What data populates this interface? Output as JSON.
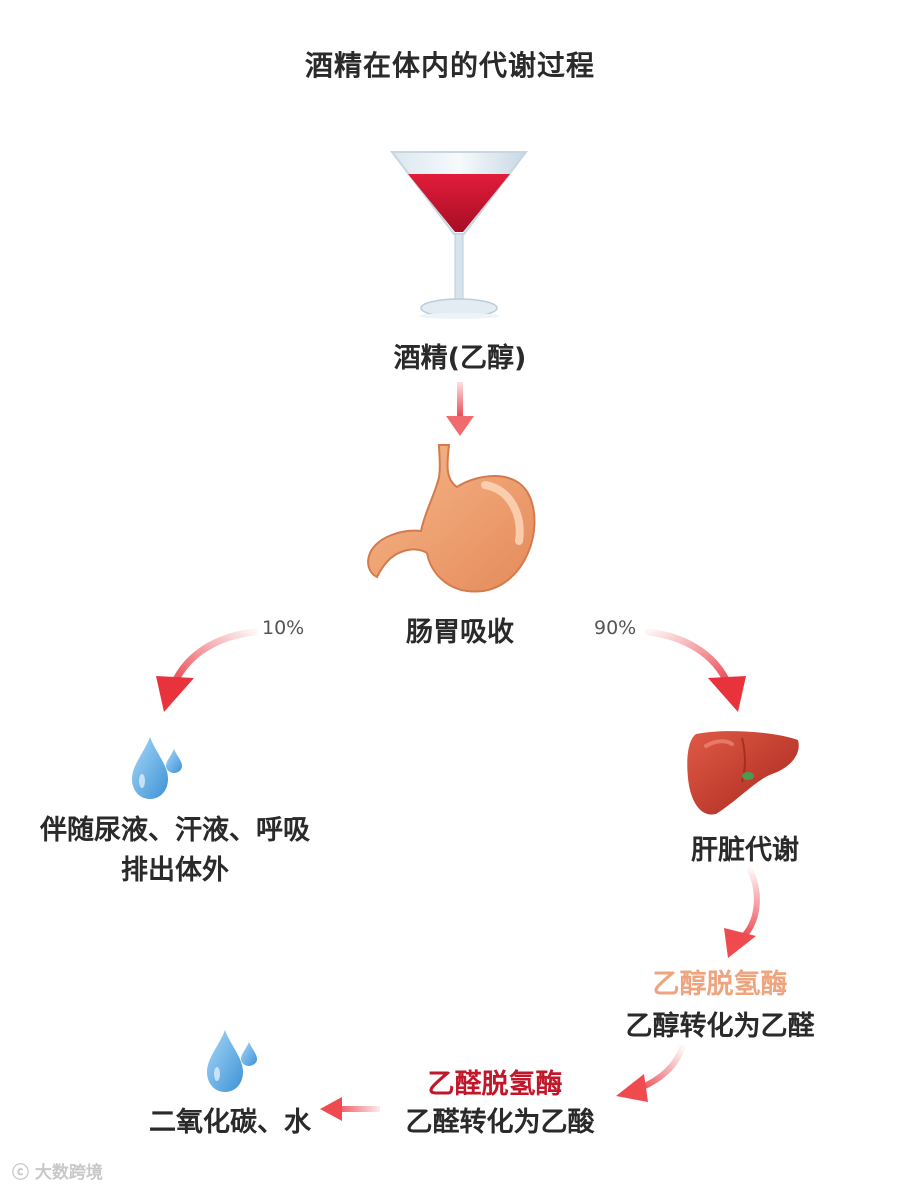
{
  "title": "酒精在体内的代谢过程",
  "nodes": {
    "alcohol": "酒精(乙醇)",
    "stomach": "肠胃吸收",
    "excretion_line1": "伴随尿液、汗液、呼吸",
    "excretion_line2": "排出体外",
    "liver": "肝脏代谢",
    "enzyme_adh": "乙醇脱氢酶",
    "step_adh": "乙醇转化为乙醛",
    "enzyme_aldh": "乙醛脱氢酶",
    "step_aldh": "乙醛转化为乙酸",
    "final": "二氧化碳、水"
  },
  "percentages": {
    "excreted": "10%",
    "liver": "90%"
  },
  "watermark": "大数跨境",
  "colors": {
    "arrow": "#e8333d",
    "enzyme_adh": "#eea57f",
    "enzyme_aldh": "#c2162a",
    "wine": "#c8102e",
    "stomach": "#f0a070",
    "liver": "#c8372d",
    "water": "#5aaee6"
  },
  "icons": [
    "cocktail-glass-icon",
    "stomach-icon",
    "water-drops-icon",
    "liver-icon",
    "water-drops-icon"
  ]
}
